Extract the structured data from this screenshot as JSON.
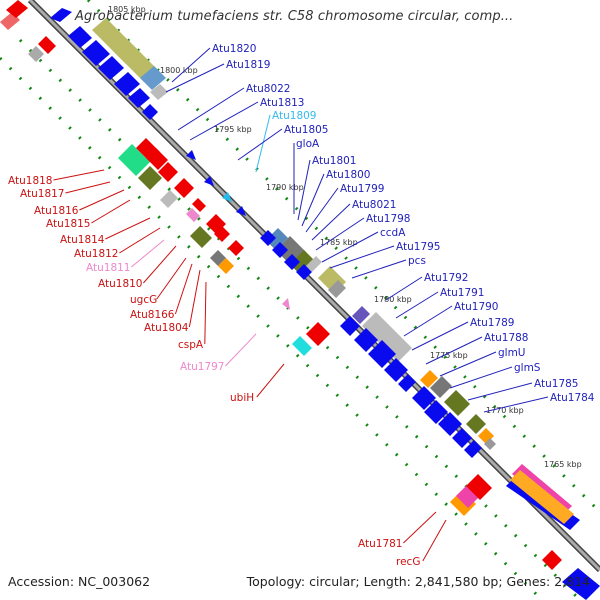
{
  "title": "Agrobacterium tumefaciens str. C58 chromosome circular, comp...",
  "footer": {
    "accession": "Accession: NC_003062",
    "topology": "Topology: circular; Length: 2,841,580 bp; Genes: 2,814"
  },
  "colors": {
    "forward_gene": "#0a0aee",
    "reverse_gene": "#ee0000",
    "pseudo_label": "#ee88cc",
    "highlight_label": "#22bbee",
    "backbone": "#888888",
    "tick": "#118811"
  },
  "ticks": [
    "1805 kbp",
    "1800 kbp",
    "1795 kbp",
    "1790 kbp",
    "1785 kbp",
    "1780 kbp",
    "1775 kbp",
    "1770 kbp",
    "1765 kbp"
  ],
  "labels_forward": [
    {
      "text": "Atu1820",
      "color": "#2222bb"
    },
    {
      "text": "Atu1819",
      "color": "#2222bb"
    },
    {
      "text": "Atu8022",
      "color": "#2222bb"
    },
    {
      "text": "Atu1813",
      "color": "#2222bb"
    },
    {
      "text": "Atu1809",
      "color": "#33bbee"
    },
    {
      "text": "Atu1805",
      "color": "#2222bb"
    },
    {
      "text": "gloA",
      "color": "#2222bb"
    },
    {
      "text": "Atu1801",
      "color": "#2222bb"
    },
    {
      "text": "Atu1800",
      "color": "#2222bb"
    },
    {
      "text": "Atu1799",
      "color": "#2222bb"
    },
    {
      "text": "Atu8021",
      "color": "#2222bb"
    },
    {
      "text": "Atu1798",
      "color": "#2222bb"
    },
    {
      "text": "ccdA",
      "color": "#2222bb"
    },
    {
      "text": "Atu1795",
      "color": "#2222bb"
    },
    {
      "text": "pcs",
      "color": "#2222bb"
    },
    {
      "text": "Atu1792",
      "color": "#2222bb"
    },
    {
      "text": "Atu1791",
      "color": "#2222bb"
    },
    {
      "text": "Atu1790",
      "color": "#2222bb"
    },
    {
      "text": "Atu1789",
      "color": "#2222bb"
    },
    {
      "text": "Atu1788",
      "color": "#2222bb"
    },
    {
      "text": "glmU",
      "color": "#2222bb"
    },
    {
      "text": "glmS",
      "color": "#2222bb"
    },
    {
      "text": "Atu1785",
      "color": "#2222bb"
    },
    {
      "text": "Atu1784",
      "color": "#2222bb"
    }
  ],
  "labels_reverse": [
    {
      "text": "Atu1818",
      "color": "#cc1111"
    },
    {
      "text": "Atu1817",
      "color": "#cc1111"
    },
    {
      "text": "Atu1816",
      "color": "#cc1111"
    },
    {
      "text": "Atu1815",
      "color": "#cc1111"
    },
    {
      "text": "Atu1814",
      "color": "#cc1111"
    },
    {
      "text": "Atu1812",
      "color": "#cc1111"
    },
    {
      "text": "Atu1811",
      "color": "#ee88cc"
    },
    {
      "text": "Atu1810",
      "color": "#cc1111"
    },
    {
      "text": "ugcG",
      "color": "#cc1111"
    },
    {
      "text": "Atu8166",
      "color": "#cc1111"
    },
    {
      "text": "Atu1804",
      "color": "#cc1111"
    },
    {
      "text": "cspA",
      "color": "#cc1111"
    },
    {
      "text": "Atu1797",
      "color": "#ee88cc"
    },
    {
      "text": "ubiH",
      "color": "#cc1111"
    },
    {
      "text": "Atu1781",
      "color": "#cc1111"
    },
    {
      "text": "recG",
      "color": "#cc1111"
    }
  ]
}
